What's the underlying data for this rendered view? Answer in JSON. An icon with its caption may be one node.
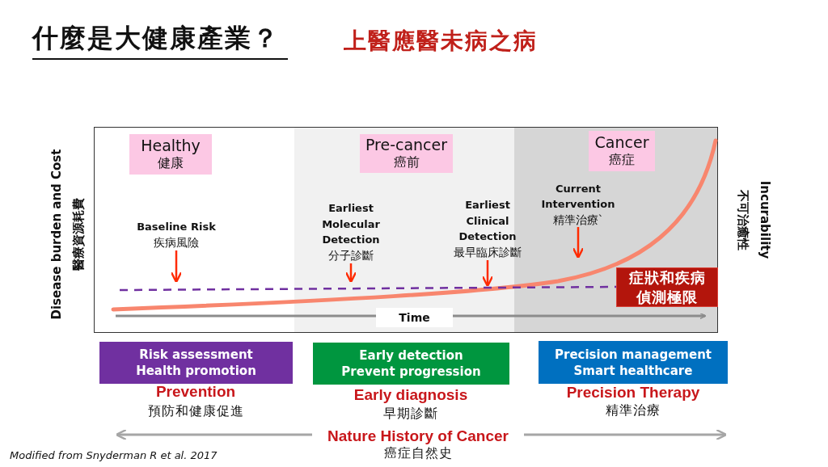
{
  "diagram": {
    "title": "什麼是大健康產業？",
    "caption": "Modified from Snyderman R et al. 2017",
    "nodes": [
      {
        "text": [
          "Healthy",
          "健康"
        ]
      },
      {
        "text": [
          "Pre-cancer",
          "癌前"
        ]
      },
      {
        "text": [
          "Cancer",
          "癌症"
        ]
      },
      {
        "text": [
          "Baseline Risk",
          "疾病風險"
        ]
      },
      {
        "text": [
          "Earliest Molecular Detection",
          "分子診斷"
        ]
      },
      {
        "text": [
          "Earliest Clinical Detection",
          "最早臨床診斷"
        ]
      },
      {
        "text": [
          "Current Intervention",
          "精準治療`"
        ]
      },
      {
        "text": [
          "症狀和疾病偵測極限"
        ]
      },
      {
        "text": [
          "Risk assessment",
          "Health promotion"
        ],
        "beside": [
          "Prevention",
          "預防和健康促進"
        ]
      },
      {
        "text": [
          "Early detection",
          "Prevent progression"
        ],
        "beside": [
          "Early diagnosis",
          "早期診斷"
        ]
      },
      {
        "text": [
          "Precision management",
          "Smart healthcare"
        ],
        "beside": [
          "Precision Therapy",
          "精準治療"
        ]
      },
      {
        "text": [
          "Nature History of Cancer",
          "癌症自然史"
        ]
      }
    ],
    "edges": [
      {
        "from": 3,
        "to": null,
        "arrow": "to"
      },
      {
        "from": 4,
        "to": null,
        "arrow": "to"
      },
      {
        "from": 5,
        "to": null,
        "arrow": "to"
      },
      {
        "from": 6,
        "to": null,
        "arrow": "to"
      },
      {
        "from": 11,
        "to": null,
        "arrow": "to",
        "color": "#a6a6a6"
      },
      {
        "from": 11,
        "to": null,
        "arrow": "to",
        "color": "#a6a6a6"
      }
    ],
    "labels": [
      "上醫應醫未病之病",
      "Disease burden and Cost",
      "醫療資源耗費",
      "Time",
      "不可治癒性",
      "Incurability"
    ]
  }
}
